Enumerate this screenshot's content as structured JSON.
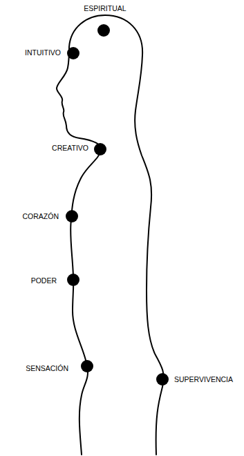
{
  "diagram": {
    "labels": [
      "ESPIRITUAL",
      "INTUITIVO",
      "CREATIVO",
      "CORAZÓN",
      "PODER",
      "SENSACIÓN",
      "SUPERVIVENCIA"
    ]
  }
}
